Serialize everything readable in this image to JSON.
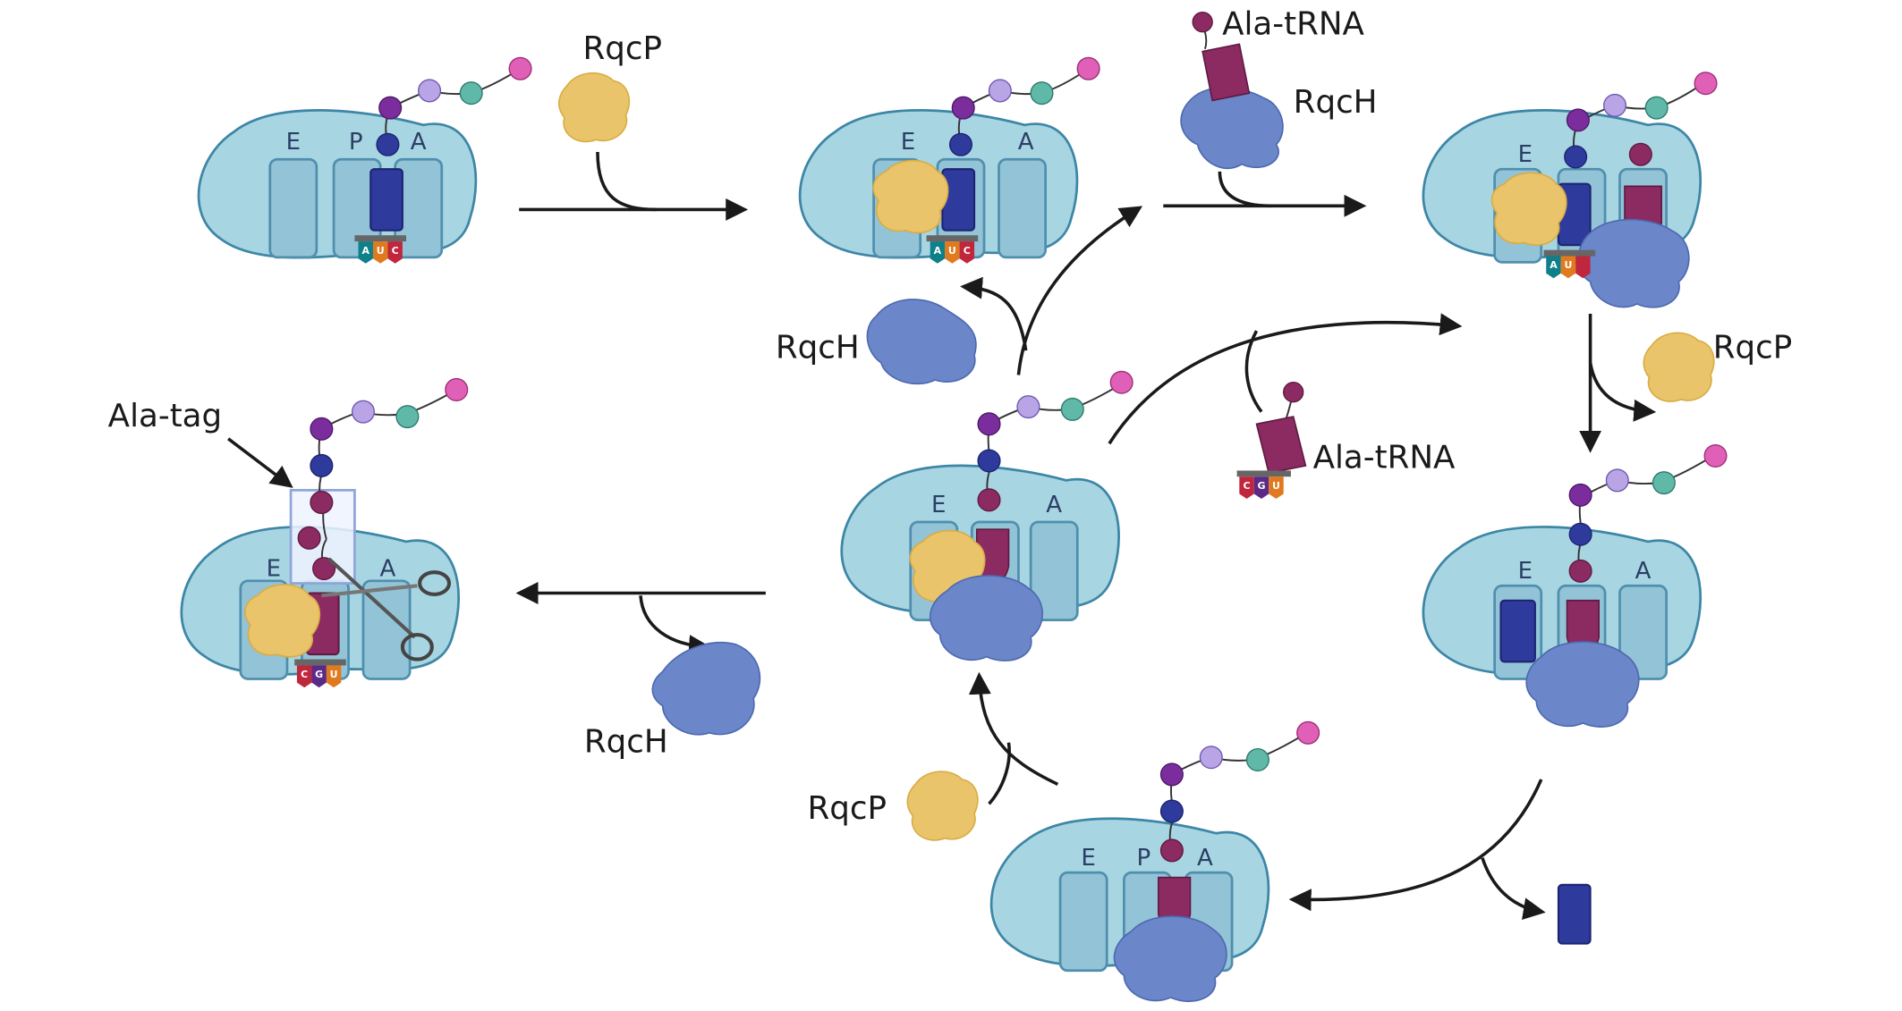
{
  "labels": {
    "rqcp": "RqcP",
    "rqch": "RqcH",
    "ala_trna": "Ala-tRNA",
    "ala_tag": "Ala-tag"
  },
  "sites": {
    "e": "E",
    "p": "P",
    "a": "A"
  },
  "codons": {
    "auc": [
      "A",
      "U",
      "C"
    ],
    "cgu": [
      "C",
      "G",
      "U"
    ]
  },
  "colors": {
    "ribosome": "#a8d5e2",
    "rqcp": "#e9c46a",
    "rqch": "#6b86c9",
    "ala_trna": "#8c2a62",
    "peptidyl_trna": "#2e3a9c",
    "bead_purple": "#7b2d9e",
    "bead_lavender": "#b9a4e6",
    "bead_teal": "#5fb8a8",
    "bead_pink": "#e060b8",
    "bead_navy": "#2e3a9c",
    "bead_ala": "#8c2a62"
  }
}
